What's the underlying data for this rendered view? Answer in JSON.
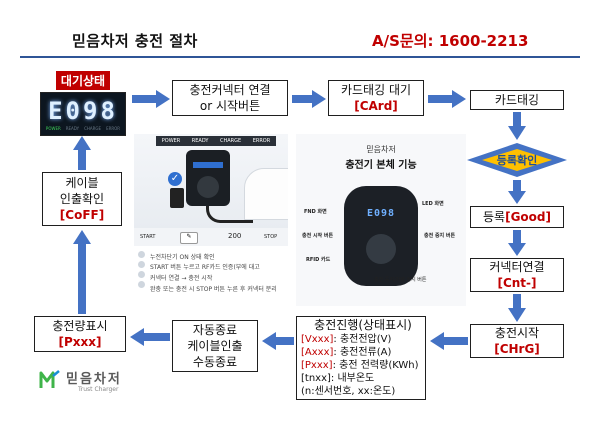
{
  "header": {
    "title": "믿음차저 충전 절차",
    "as_label": "A/S문의: 1600-2213"
  },
  "colors": {
    "arrow": "#4472c4",
    "accent_red": "#c00000",
    "diamond": "#4472c4",
    "diamond_inner": "#ffc000"
  },
  "steps": {
    "standby": {
      "label": "대기상태",
      "display": "E098",
      "leds": [
        "POWER",
        "READY",
        "CHARGE",
        "ERROR"
      ]
    },
    "connect": {
      "line1": "충전커넥터 연결",
      "line2": "or 시작버튼"
    },
    "card_wait": {
      "line1": "카드태깅 대기",
      "code": "[CArd]"
    },
    "card_tag": {
      "line1": "카드태깅"
    },
    "reg_check": {
      "line1": "등록확인"
    },
    "registered": {
      "line1": "등록",
      "code": "[Good]"
    },
    "connector": {
      "line1": "커넥터연결",
      "code": "[Cnt-]"
    },
    "charge_start": {
      "line1": "충전시작",
      "code": "[CHrG]"
    },
    "charging": {
      "title": "충전진행(상태표시)",
      "lines": [
        {
          "code": "[Vxxx]",
          "text": ": 충전전압(V)"
        },
        {
          "code": "[Axxx]",
          "text": ": 충전전류(A)"
        },
        {
          "code": "[Pxxx]",
          "text": ": 충전 전력량(KWh)"
        },
        {
          "code": "[tnxx]",
          "text": ": 내부온도"
        },
        {
          "code": "",
          "text": "(n:센서번호, xx:온도)"
        }
      ]
    },
    "end": {
      "line1": "자동종료",
      "line2": "케이블인출",
      "line3": "수동종료"
    },
    "energy": {
      "line1": "충전량표시",
      "code": "[Pxxx]"
    },
    "cable": {
      "line1": "케이블",
      "line2": "인출확인",
      "code": "[CoFF]"
    }
  },
  "photo_left": {
    "led_labels": [
      "POWER",
      "READY",
      "CHARGE",
      "ERROR"
    ],
    "flow": [
      "START",
      "",
      "200",
      "STOP"
    ],
    "notes": [
      "누전차단기 ON 상태 확인",
      "START 버튼 누르고 RF카드 인증(부에 대고",
      "커넥터 연결 → 충전 시작",
      "완충 또는 충전 시 STOP 버튼 누른 후 커넥터 분리"
    ]
  },
  "photo_right": {
    "title_line1": "믿음차저",
    "title_line2": "충전기 본체 기능",
    "display": "E098",
    "labels_left": [
      "FND 화면",
      "충전 시작 버튼",
      "RFID 카드"
    ],
    "labels_right": [
      "LED 화면",
      "충전 중지 버튼"
    ],
    "bottom_label": "충전 중지/차량 정지 버튼"
  },
  "logo": {
    "name": "믿음차저",
    "sub": "Trust Charger"
  }
}
